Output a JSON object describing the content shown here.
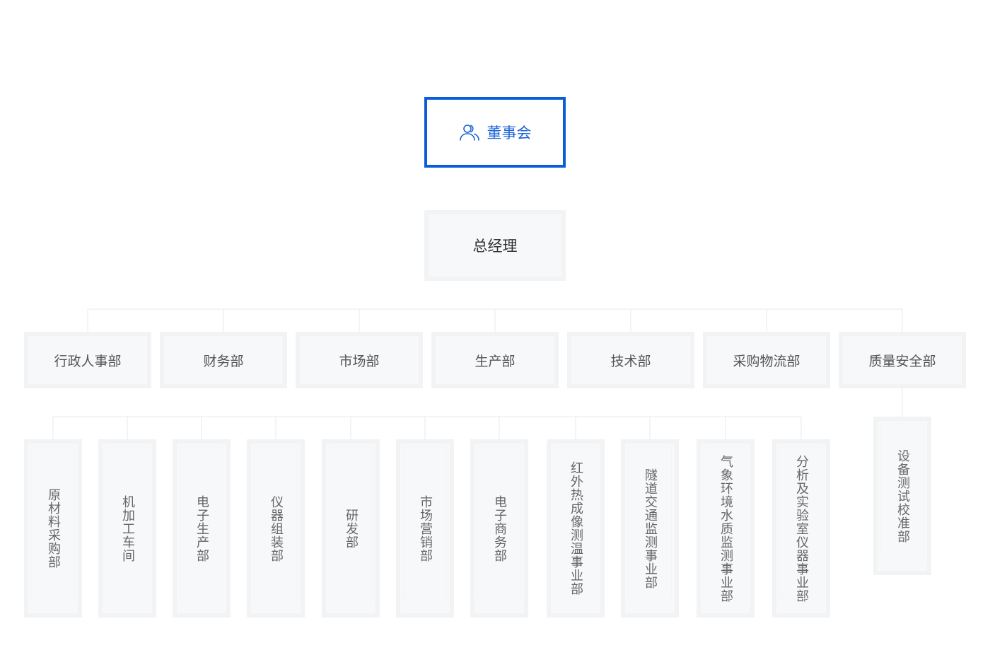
{
  "board": {
    "label": "董事会",
    "icon": "users-icon",
    "accent": "#0a5fd8"
  },
  "gm": {
    "label": "总经理"
  },
  "departments": [
    "行政人事部",
    "财务部",
    "市场部",
    "生产部",
    "技术部",
    "采购物流部",
    "质量安全部"
  ],
  "production_units": [
    "原材料采购部",
    "机加工车间",
    "电子生产部",
    "仪器组装部",
    "研发部",
    "市场营销部",
    "电子商务部",
    "红外热成像测温事业部",
    "隧道交通监测事业部",
    "气象环境水质监测事业部",
    "分析及实验室仪器事业部"
  ],
  "quality_units": [
    "设备测试校准部"
  ]
}
